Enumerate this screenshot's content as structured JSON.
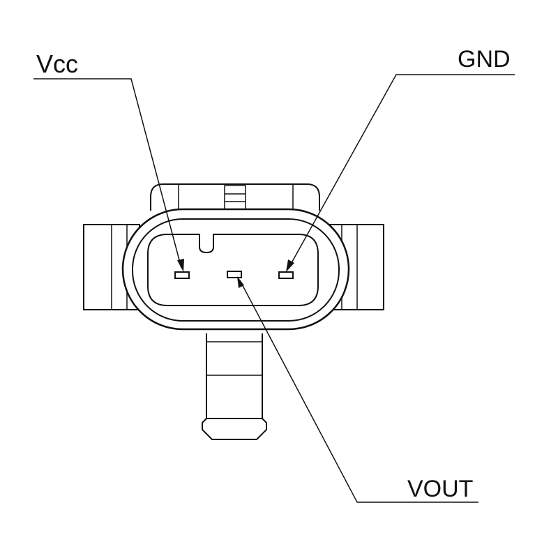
{
  "labels": {
    "vcc": "Vcc",
    "gnd": "GND",
    "vout": "VOUT"
  },
  "colors": {
    "line": "#111111",
    "background": "#ffffff"
  }
}
